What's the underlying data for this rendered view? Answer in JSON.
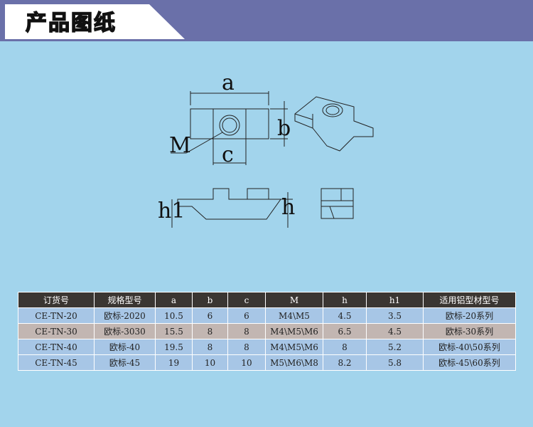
{
  "header": {
    "title": "产品图纸"
  },
  "drawing": {
    "labels": {
      "a": "a",
      "b": "b",
      "c": "c",
      "M": "M",
      "h": "h",
      "h1": "h1"
    }
  },
  "table": {
    "headers": [
      "订货号",
      "规格型号",
      "a",
      "b",
      "c",
      "M",
      "h",
      "h1",
      "适用铝型材型号"
    ],
    "rows": [
      [
        "CE-TN-20",
        "欧标-2020",
        "10.5",
        "6",
        "6",
        "M4\\M5",
        "4.5",
        "3.5",
        "欧标-20系列"
      ],
      [
        "CE-TN-30",
        "欧标-3030",
        "15.5",
        "8",
        "8",
        "M4\\M5\\M6",
        "6.5",
        "4.5",
        "欧标-30系列"
      ],
      [
        "CE-TN-40",
        "欧标-40",
        "19.5",
        "8",
        "8",
        "M4\\M5\\M6",
        "8",
        "5.2",
        "欧标-40\\50系列"
      ],
      [
        "CE-TN-45",
        "欧标-45",
        "19",
        "10",
        "10",
        "M5\\M6\\M8",
        "8.2",
        "5.8",
        "欧标-45\\60系列"
      ]
    ]
  },
  "colors": {
    "bar": "#6a70a9",
    "background": "#a2d4ec",
    "header_row": "#3a3632",
    "row_blue": "#a7c6e6",
    "row_grey": "#c2b6b2"
  }
}
